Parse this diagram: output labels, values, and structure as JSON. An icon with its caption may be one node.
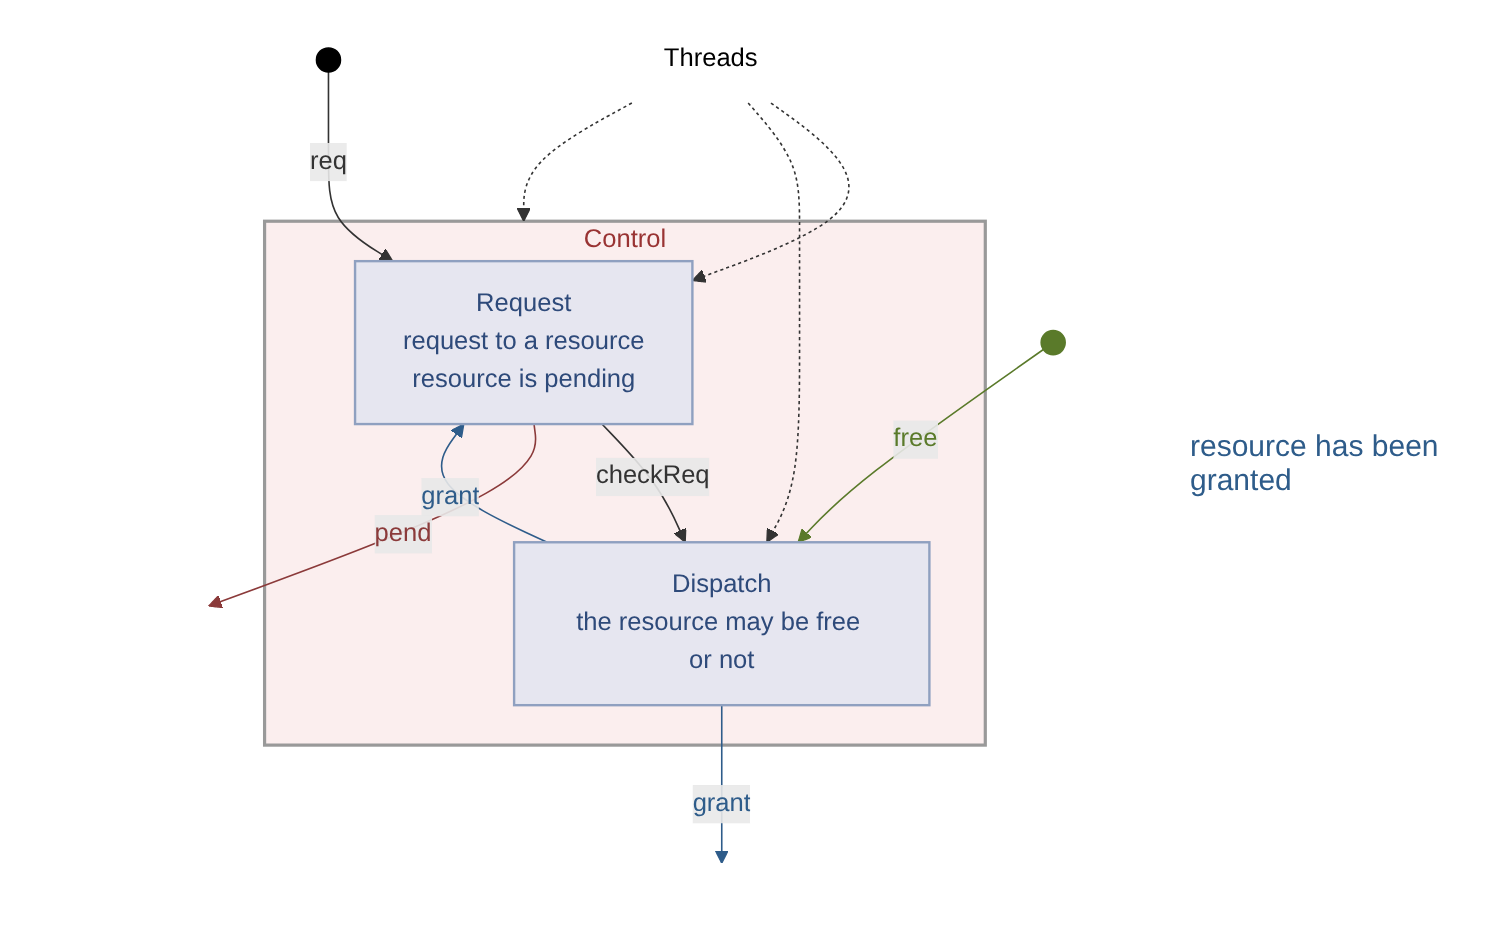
{
  "diagram": {
    "nodes": [
      {
        "text": [
          "Control"
        ]
      },
      {
        "text": [
          "Threads"
        ]
      },
      {
        "text": [
          "Request",
          "request to a resource",
          "resource is pending"
        ],
        "in": 0
      },
      {
        "text": [
          "Dispatch",
          "the resource may be free or not"
        ],
        "in": 0
      },
      {
        "text": [],
        "shape": "circle"
      },
      {
        "text": [],
        "shape": "circle"
      }
    ],
    "edges": [
      {
        "from": 1,
        "to": 0,
        "arrow": "to",
        "style": "dashed"
      },
      {
        "from": 1,
        "to": 2,
        "arrow": "to",
        "style": "dashed"
      },
      {
        "from": 1,
        "to": 3,
        "arrow": "to",
        "style": "dashed"
      },
      {
        "from": 2,
        "to": 3,
        "label": "checkReq",
        "arrow": "to"
      },
      {
        "from": 3,
        "to": 2,
        "label": "grant",
        "arrow": "to",
        "color": "#2e5c8a"
      },
      {
        "from": 3,
        "to": null,
        "label": "grant",
        "arrow": "to",
        "color": "#2e5c8a"
      },
      {
        "from": 4,
        "to": 2,
        "label": "req",
        "arrow": "to"
      },
      {
        "from": 2,
        "to": null,
        "label": "pend",
        "arrow": "to",
        "color": "#8b3a3a"
      },
      {
        "from": 5,
        "to": 3,
        "label": "free",
        "arrow": "to",
        "color": "#5a7a2a"
      }
    ],
    "labels": [
      "resource has been granted"
    ]
  }
}
